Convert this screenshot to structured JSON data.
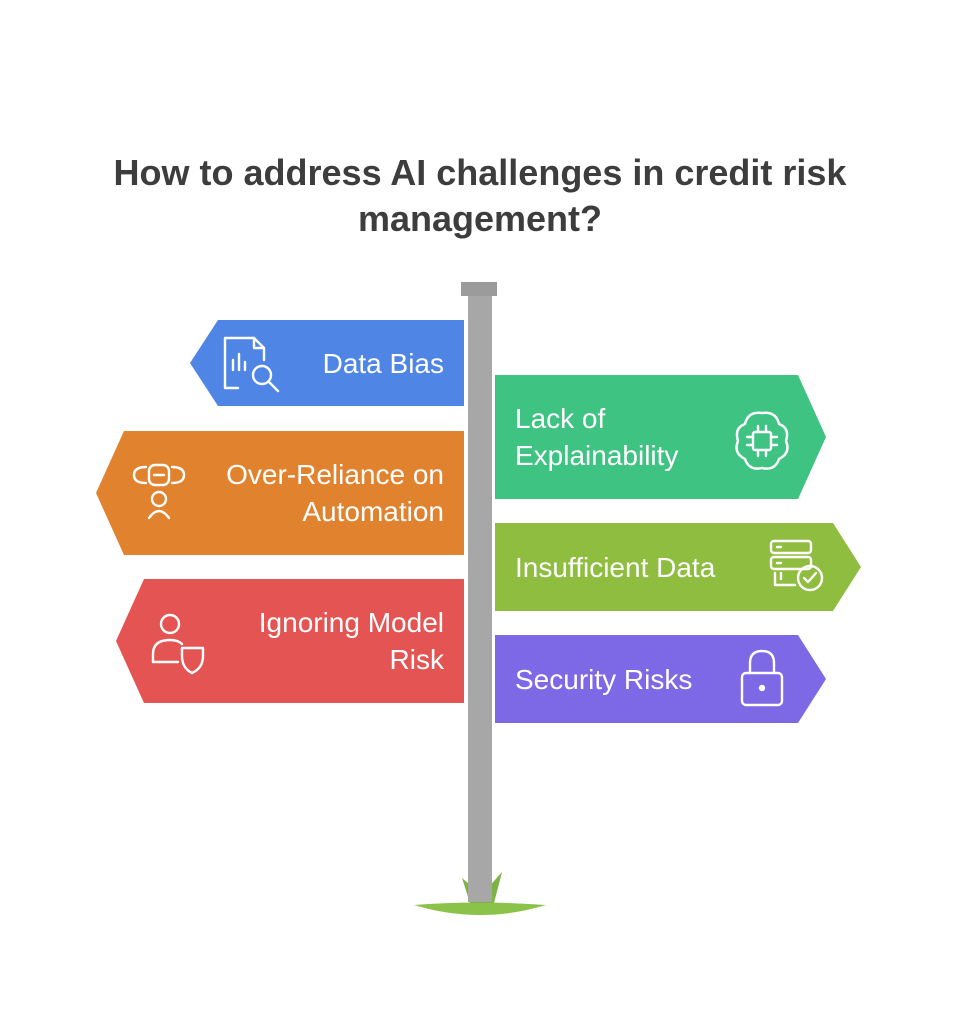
{
  "title": "How to address AI challenges in credit risk management?",
  "signs": [
    {
      "label": "Data Bias",
      "side": "left",
      "color": "#4f86e6",
      "icon": "data-analysis-icon"
    },
    {
      "label": "Lack of Explainability",
      "side": "right",
      "color": "#3fc383",
      "icon": "ai-brain-icon"
    },
    {
      "label": "Over-Reliance on Automation",
      "side": "left",
      "color": "#e1822e",
      "icon": "robot-person-icon"
    },
    {
      "label": "Insufficient Data",
      "side": "right",
      "color": "#8fbd3f",
      "icon": "database-check-icon"
    },
    {
      "label": "Ignoring Model Risk",
      "side": "left",
      "color": "#e45452",
      "icon": "person-shield-icon"
    },
    {
      "label": "Security Risks",
      "side": "right",
      "color": "#7d68e6",
      "icon": "lock-icon"
    }
  ],
  "colors": {
    "post": "#a7a7a7",
    "post_cap": "#9b9b9b",
    "grass": "#8bc34a",
    "title": "#3d3d3d"
  }
}
